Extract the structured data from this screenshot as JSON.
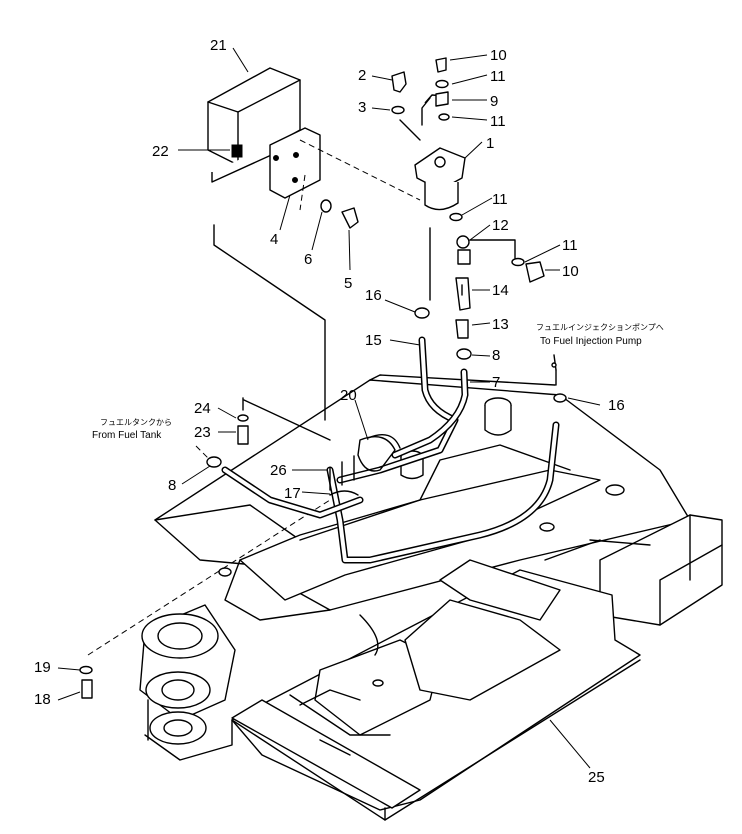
{
  "diagram": {
    "part_numbers": [
      "1",
      "2",
      "3",
      "4",
      "5",
      "6",
      "7",
      "8",
      "8",
      "9",
      "10",
      "10",
      "11",
      "11",
      "11",
      "11",
      "12",
      "13",
      "14",
      "15",
      "16",
      "16",
      "17",
      "18",
      "19",
      "20",
      "21",
      "22",
      "23",
      "24",
      "25",
      "26"
    ],
    "annotations": {
      "from_fuel_tank_jp": "フュエルタンクから",
      "from_fuel_tank_en": "From Fuel Tank",
      "to_pump_jp": "フュエルインジェクションポンプへ",
      "to_pump_en": "To Fuel Injection Pump"
    }
  }
}
